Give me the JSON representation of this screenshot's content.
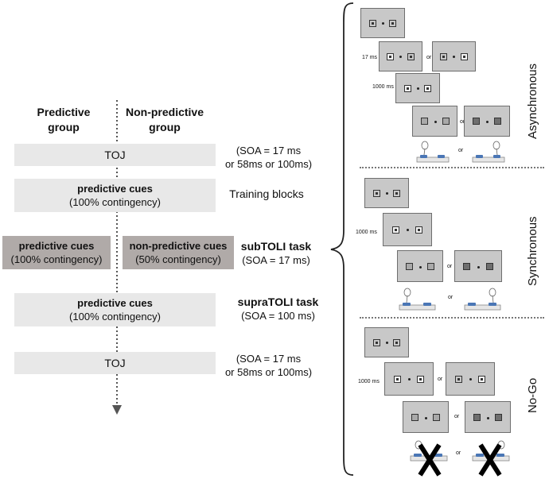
{
  "headers": {
    "predictive": [
      "Predictive",
      "group"
    ],
    "non_predictive": [
      "Non-predictive",
      "group"
    ]
  },
  "blocks": {
    "toj1": "TOJ",
    "toj1_soa": [
      "(SOA = 17 ms",
      "or 58ms or 100ms)"
    ],
    "training_title": "predictive cues",
    "training_sub": "(100% contingency)",
    "training_label": "Training blocks",
    "sub_left_title": "predictive cues",
    "sub_left_sub": "(100% contingency)",
    "sub_right_title": "non-predictive cues",
    "sub_right_sub": "(50% contingency)",
    "sub_label": "subTOLI task",
    "sub_soa": "(SOA = 17 ms)",
    "supra_title": "predictive cues",
    "supra_sub": "(100% contingency)",
    "supra_label": "supraTOLI task",
    "supra_soa": "(SOA = 100 ms)",
    "toj2": "TOJ",
    "toj2_soa": [
      "(SOA = 17 ms",
      "or 58ms or 100ms)"
    ]
  },
  "trials": {
    "asynchronous": "Asynchronous",
    "synchronous": "Synchronous",
    "nogo": "No-Go",
    "ms17": "17 ms",
    "ms1000": "1000 ms",
    "or": "or"
  },
  "colors": {
    "box_light": "#e8e8e8",
    "box_dark": "#b0aaa8",
    "screen": "#c8c8c8",
    "button_blue": "#4a76b5",
    "cross": "#000000"
  }
}
